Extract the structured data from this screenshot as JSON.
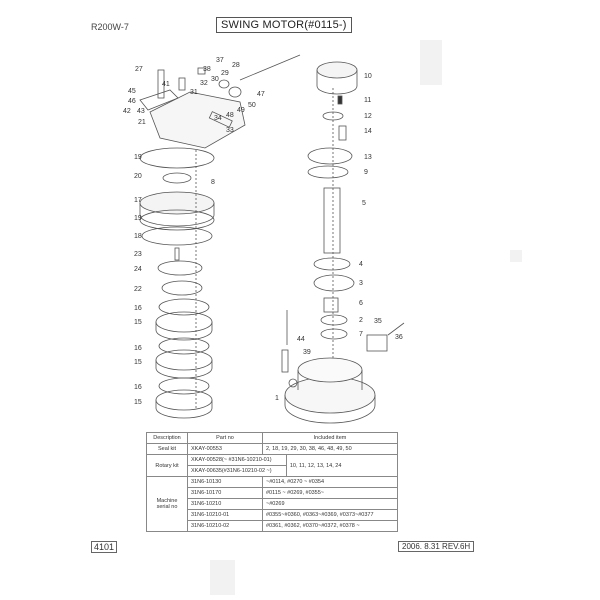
{
  "header": {
    "model": "R200W-7",
    "title": "SWING MOTOR(#0115-)"
  },
  "diagram": {
    "callouts_left": [
      "27",
      "37",
      "38",
      "41",
      "31",
      "32",
      "30",
      "29",
      "28",
      "45",
      "46",
      "42",
      "43",
      "21",
      "47",
      "34",
      "48",
      "49",
      "50",
      "33",
      "19",
      "20",
      "8",
      "17",
      "19",
      "18",
      "23",
      "24",
      "22",
      "16",
      "15",
      "16",
      "15",
      "16",
      "15"
    ],
    "callouts_right": [
      "10",
      "11",
      "12",
      "14",
      "13",
      "9",
      "5",
      "4",
      "3",
      "6",
      "2",
      "7",
      "35",
      "36",
      "44",
      "39",
      "1"
    ]
  },
  "kit_table": {
    "headers": [
      "Description",
      "Part no",
      "Included item"
    ],
    "seal_kit": {
      "description": "Seal kit",
      "part_no": "XKAY-00553",
      "items": "2, 18, 19, 29, 30, 38, 46, 48, 49, 50"
    },
    "rotary_kit": {
      "description": "Rotary kit",
      "part_nos": [
        "XKAY-00528(~ #31N6-10210-01)",
        "XKAY-00635(#31N6-10210-02 ~)"
      ],
      "items": "10, 11, 12, 13, 14, 24"
    },
    "machine_serial": {
      "description": "Machine serial no",
      "rows": [
        {
          "part_no": "31N6-10130",
          "items": "~#0114, #0270 ~ #0354"
        },
        {
          "part_no": "31N6-10170",
          "items": "#0115 ~ #0269, #0355~"
        },
        {
          "part_no": "31N6-10210",
          "items": "~#0269"
        },
        {
          "part_no": "31N6-10210-01",
          "items": "#0355~#0360, #0363~#0369, #0373~#0377"
        },
        {
          "part_no": "31N6-10210-02",
          "items": "#0361, #0362, #0370~#0372, #0378 ~"
        }
      ]
    }
  },
  "footer": {
    "page": "4101",
    "date_rev": "2006. 8.31  REV.6H"
  }
}
